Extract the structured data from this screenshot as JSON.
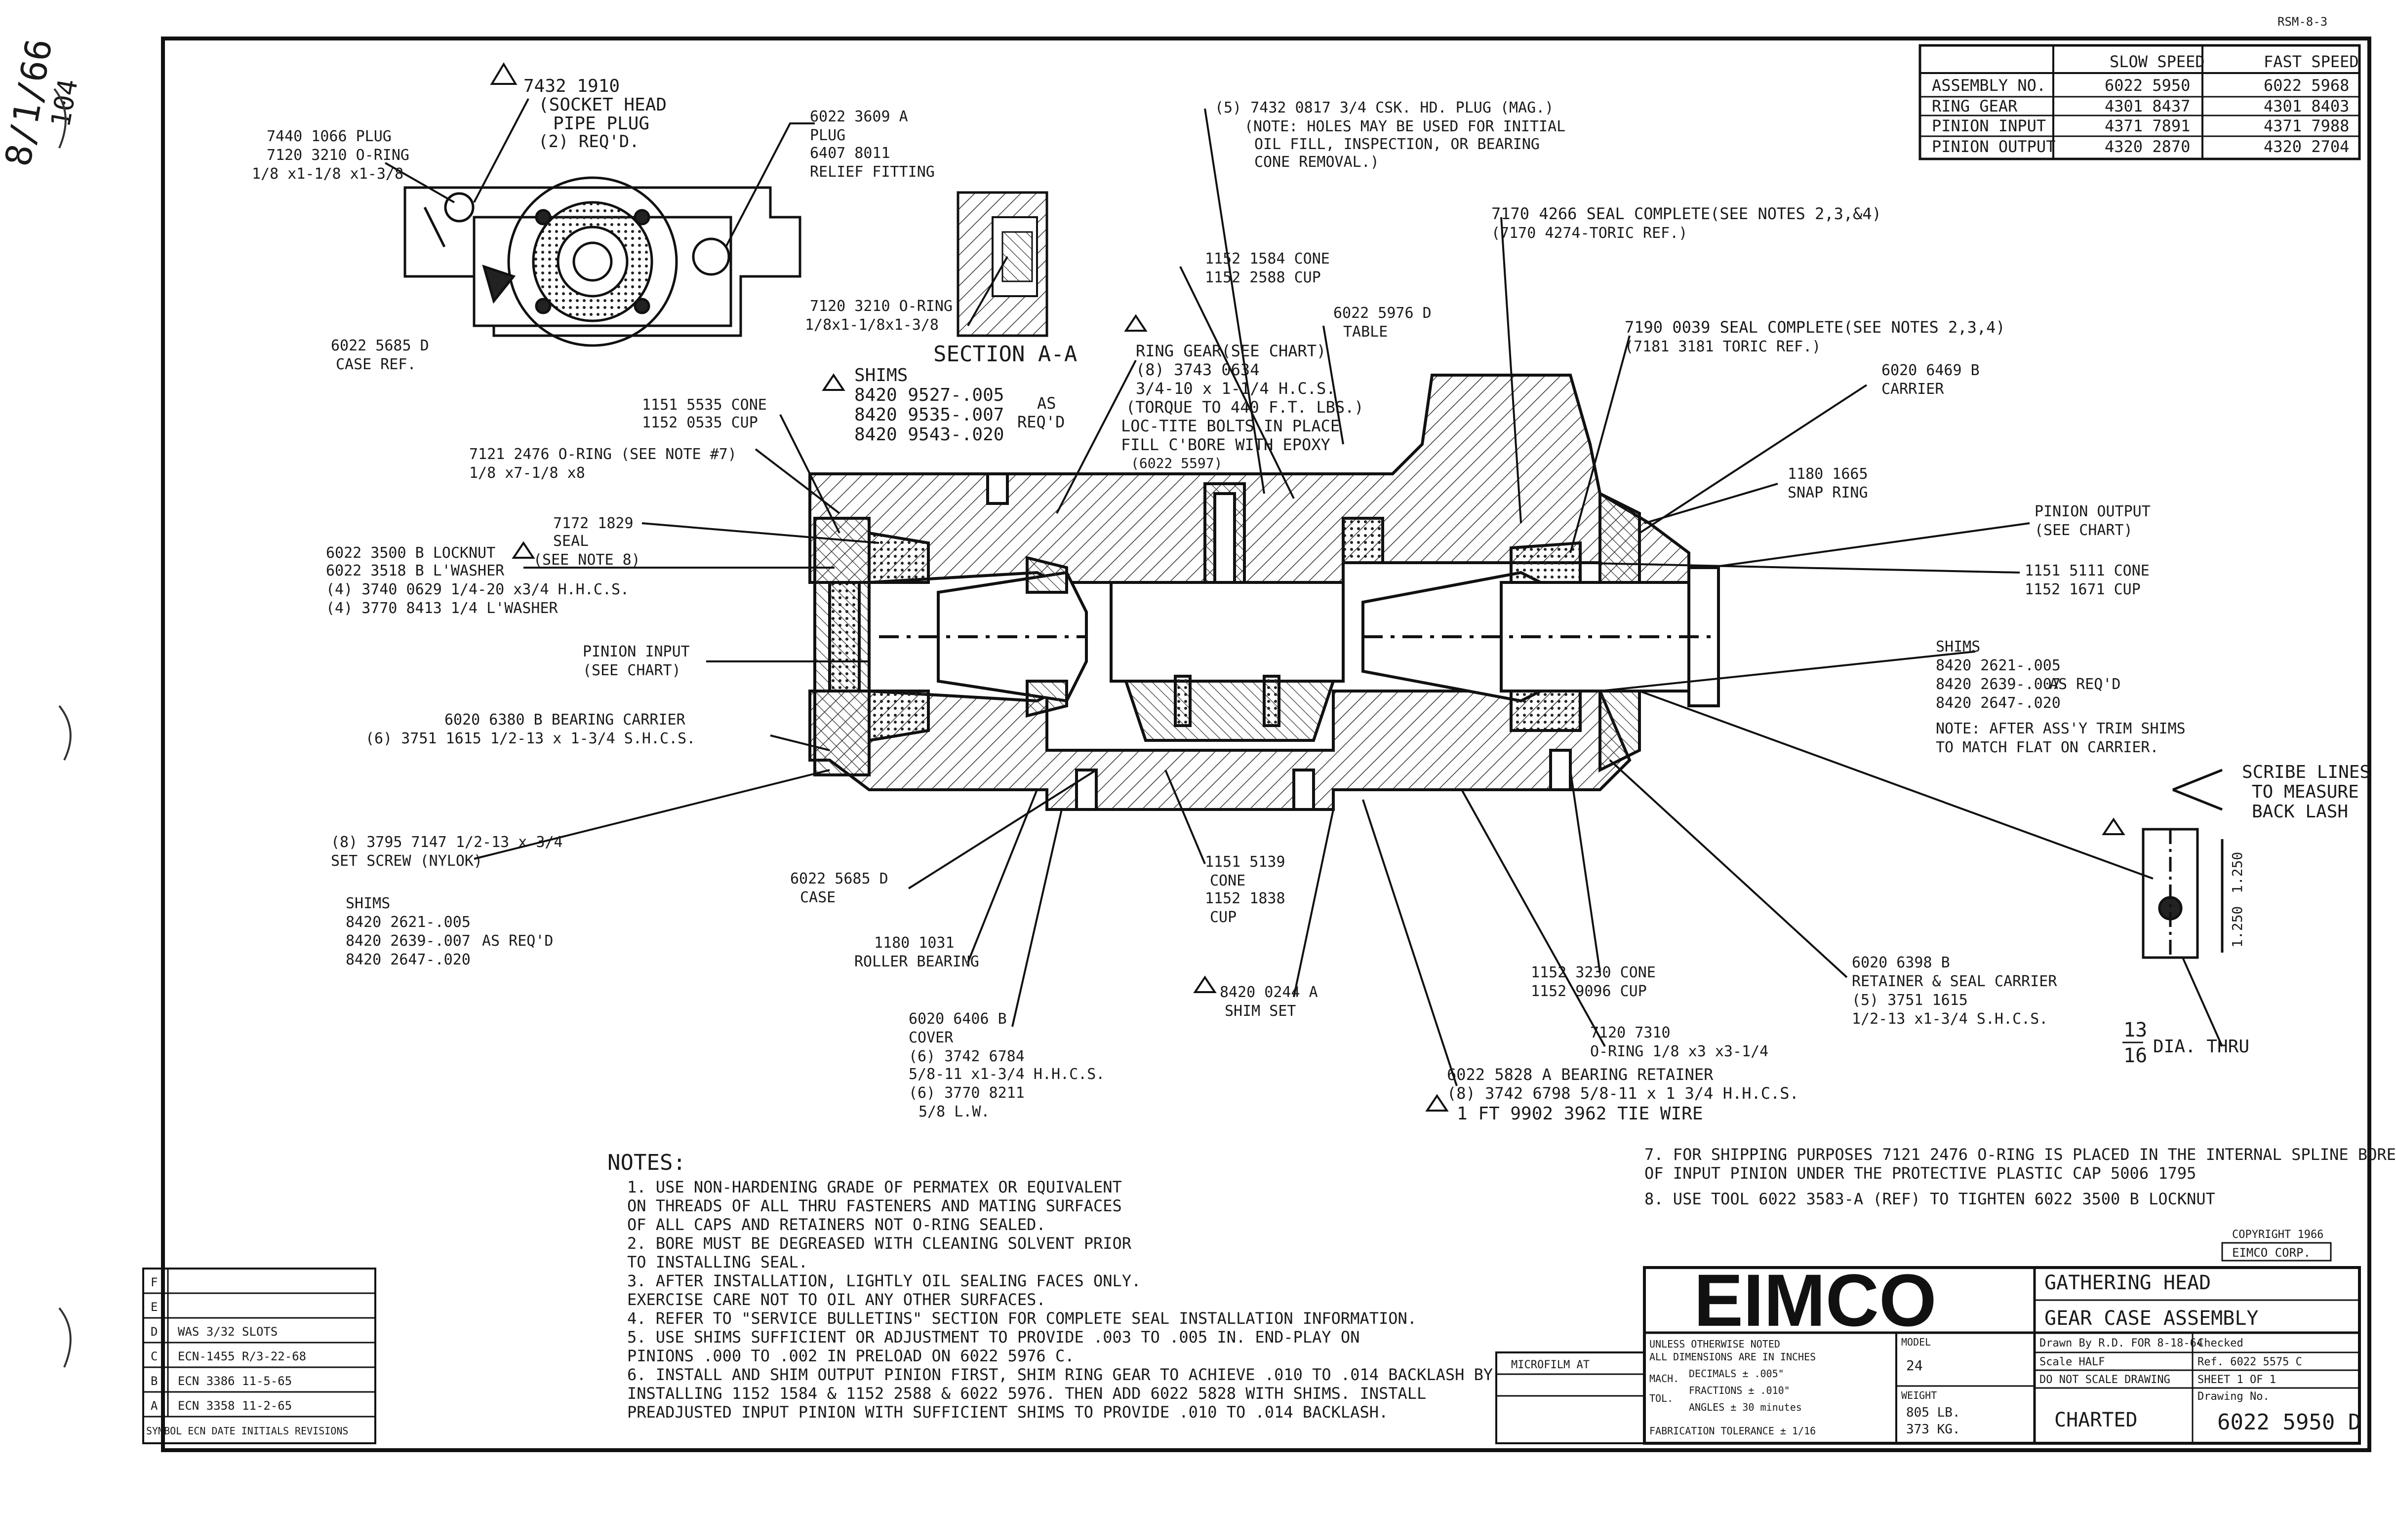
{
  "corner_tag": "RSM-8-3",
  "margin_marks": [
    "8/1/66",
    "104"
  ],
  "chart_table": {
    "headers": [
      "",
      "SLOW SPEED",
      "FAST SPEED"
    ],
    "rows": [
      [
        "ASSEMBLY NO.",
        "6022 5950",
        "6022 5968"
      ],
      [
        "RING GEAR",
        "4301 8437",
        "4301 8403"
      ],
      [
        "PINION INPUT",
        "4371 7891",
        "4371 7988"
      ],
      [
        "PINION OUTPUT",
        "4320 2870",
        "4320 2704"
      ]
    ]
  },
  "section_label": "SECTION A-A",
  "callouts": {
    "socket_plug": [
      "7432 1910",
      "(SOCKET HEAD",
      "PIPE PLUG",
      "(2) REQ'D."
    ],
    "plug_oring": [
      "7440 1066 PLUG",
      "7120 3210 O-RING",
      "1/8 x1-1/8 x1-3/8"
    ],
    "relief": [
      "6022 3609 A",
      "PLUG",
      "6407 8011",
      "RELIEF FITTING"
    ],
    "case_ref": [
      "6022 5685 D",
      "CASE REF."
    ],
    "section_oring": [
      "7120 3210 O-RING",
      "1/8x1-1/8x1-3/8"
    ],
    "shims_a": [
      "SHIMS",
      "8420 9527-.005",
      "8420 9535-.007",
      "8420 9543-.020"
    ],
    "shims_a_note": [
      "AS",
      "REQ'D"
    ],
    "drain_plug": [
      "(5) 7432 0817 3/4 CSK. HD. PLUG (MAG.)",
      "(NOTE: HOLES MAY BE USED FOR INITIAL",
      "OIL FILL, INSPECTION, OR BEARING",
      "CONE REMOVAL.)"
    ],
    "cone_cup_top": [
      "1152 1584 CONE",
      "1152 2588 CUP"
    ],
    "table": [
      "6022 5976 D",
      "TABLE"
    ],
    "ring_gear": [
      "RING GEAR(SEE CHART)",
      "(8) 3743 0634",
      "3/4-10 x 1-1/4 H.C.S.",
      "(TORQUE TO 440 F.T. LBS.)",
      "LOC-TITE BOLTS IN PLACE",
      "FILL C'BORE WITH EPOXY",
      "(6022 5597)"
    ],
    "seal_1": [
      "7170 4266 SEAL COMPLETE(SEE NOTES 2,3,&4)",
      "(7170 4274-TORIC REF.)"
    ],
    "seal_2": [
      "7190 0039 SEAL COMPLETE(SEE NOTES 2,3,4)",
      "(7181 3181 TORIC REF.)"
    ],
    "carrier": [
      "6020 6469 B",
      "CARRIER"
    ],
    "cone_cup_left": [
      "1151 5535 CONE",
      "1152 0535 CUP"
    ],
    "oring_note7": [
      "7121 2476 O-RING (SEE NOTE #7)",
      "1/8 x7-1/8 x8"
    ],
    "seal_note8": [
      "7172 1829",
      "SEAL",
      "(SEE NOTE 8)"
    ],
    "locknut": [
      "6022 3500 B LOCKNUT",
      "6022 3518 B L'WASHER",
      "(4) 3740 0629 1/4-20 x3/4 H.H.C.S.",
      "(4) 3770 8413 1/4 L'WASHER"
    ],
    "snap_ring": [
      "1180 1665",
      "SNAP RING"
    ],
    "pinion_output": [
      "PINION OUTPUT",
      "(SEE CHART)"
    ],
    "cone_cup_right": [
      "1151 5111 CONE",
      "1152 1671 CUP"
    ],
    "pinion_input": [
      "PINION INPUT",
      "(SEE CHART)"
    ],
    "shims_right": [
      "SHIMS",
      "8420 2621-.005",
      "8420 2639-.007",
      "8420 2647-.020"
    ],
    "shims_right_note": "AS REQ'D",
    "trim_note": [
      "NOTE: AFTER ASS'Y TRIM SHIMS",
      "TO MATCH FLAT ON CARRIER."
    ],
    "bearing_carrier": [
      "6020 6380 B BEARING CARRIER",
      "(6) 3751 1615 1/2-13 x 1-3/4 S.H.C.S."
    ],
    "scribe": [
      "SCRIBE LINES",
      "TO MEASURE",
      "BACK LASH"
    ],
    "set_screw": [
      "(8) 3795 7147 1/2-13 x 3/4",
      "SET SCREW (NYLOK)"
    ],
    "case": [
      "6022 5685 D",
      "CASE"
    ],
    "cone_cup_mid": [
      "1151 5139",
      "CONE",
      "1152 1838",
      "CUP"
    ],
    "shims_left": [
      "SHIMS",
      "8420 2621-.005",
      "8420 2639-.007",
      "8420 2647-.020"
    ],
    "shims_left_note": "AS REQ'D",
    "roller": [
      "1180 1031",
      "ROLLER BEARING"
    ],
    "retainer": [
      "6020 6398 B",
      "RETAINER & SEAL CARRIER",
      "(5) 3751 1615",
      "1/2-13 x1-3/4 S.H.C.S."
    ],
    "cone_cup_lower": [
      "1152 3230 CONE",
      "1152 9096 CUP"
    ],
    "shim_set": [
      "8420 0244 A",
      "SHIM SET"
    ],
    "cover": [
      "6020 6406 B",
      "COVER",
      "(6) 3742 6784",
      "5/8-11 x1-3/4 H.H.C.S.",
      "(6) 3770 8211",
      "5/8 L.W."
    ],
    "oring_lower": [
      "7120 7310",
      "O-RING 1/8 x3 x3-1/4"
    ],
    "bearing_retainer": [
      "6022 5828 A BEARING RETAINER",
      "(8) 3742 6798 5/8-11 x 1 3/4 H.H.C.S.",
      "1 FT 9902 3962 TIE WIRE"
    ],
    "dia_thru": "DIA. THRU",
    "dia_fraction": [
      "13",
      "16"
    ],
    "dim_1": "1.250",
    "dim_2": "1.250"
  },
  "notes_title": "NOTES:",
  "notes": [
    "1. USE NON-HARDENING GRADE OF PERMATEX OR EQUIVALENT",
    "   ON THREADS OF ALL THRU FASTENERS AND MATING SURFACES",
    "   OF ALL CAPS AND RETAINERS NOT O-RING SEALED.",
    "2. BORE MUST BE DEGREASED WITH CLEANING SOLVENT PRIOR",
    "   TO INSTALLING SEAL.",
    "3. AFTER INSTALLATION, LIGHTLY OIL SEALING FACES ONLY.",
    "   EXERCISE CARE NOT TO OIL ANY OTHER SURFACES.",
    "4. REFER TO \"SERVICE BULLETINS\" SECTION FOR COMPLETE SEAL INSTALLATION INFORMATION.",
    "5. USE SHIMS SUFFICIENT OR ADJUSTMENT TO PROVIDE .003 TO .005 IN. END-PLAY ON",
    "   PINIONS .000 TO .002 IN PRELOAD ON 6022 5976 C.",
    "6. INSTALL AND SHIM OUTPUT PINION FIRST, SHIM RING GEAR TO ACHIEVE .010 TO .014 BACKLASH BY",
    "   INSTALLING 1152 1584 & 1152 2588 & 6022 5976. THEN ADD 6022 5828 WITH SHIMS. INSTALL",
    "   PREADJUSTED INPUT PINION WITH SUFFICIENT SHIMS TO PROVIDE .010 TO .014 BACKLASH."
  ],
  "notes_right": [
    "7. FOR SHIPPING PURPOSES 7121 2476 O-RING IS PLACED IN THE INTERNAL SPLINE BORE",
    "   OF INPUT PINION UNDER THE PROTECTIVE PLASTIC CAP 5006 1795",
    "8. USE TOOL 6022 3583-A (REF) TO TIGHTEN 6022 3500 B LOCKNUT"
  ],
  "copyright": "COPYRIGHT 1966",
  "copyright_org": "EIMCO CORP.",
  "revisions": {
    "letters": [
      "F",
      "E",
      "D",
      "C",
      "B",
      "A"
    ],
    "entries": [
      "",
      "",
      "WAS 3/32 SLOTS",
      "ECN-1455 R/3-22-68",
      "ECN 3386 11-5-65",
      "ECN 3358 11-2-65"
    ],
    "footer": "SYMBOL   ECN DATE INITIALS   REVISIONS"
  },
  "title_block": {
    "logo": "EIMCO",
    "title_1": "GATHERING HEAD",
    "title_2": "GEAR CASE ASSEMBLY",
    "tolerances": [
      "UNLESS OTHERWISE NOTED",
      "ALL DIMENSIONS ARE IN INCHES",
      "DECIMALS ± .005\"",
      "FRACTIONS ± .010\"",
      "ANGLES ± 30 minutes",
      "FABRICATION TOLERANCE ± 1/16"
    ],
    "mach_label": "MACH.",
    "tol_label": "TOL.",
    "model_label": "MODEL",
    "model": "24",
    "weight_label": "WEIGHT",
    "weight": [
      "805 LB.",
      "373 KG."
    ],
    "drawn": "Drawn By R.D. FOR 8-18-64",
    "scale": "Scale HALF",
    "checked": "Checked",
    "ref": "Ref. 6022 5575 C",
    "do_not_scale": "DO NOT SCALE DRAWING",
    "sheet": "SHEET 1 OF 1",
    "charted": "CHARTED",
    "drawing_no_label": "Drawing No.",
    "drawing_no": "6022 5950 D",
    "micro_label": "MICROFILM AT"
  }
}
